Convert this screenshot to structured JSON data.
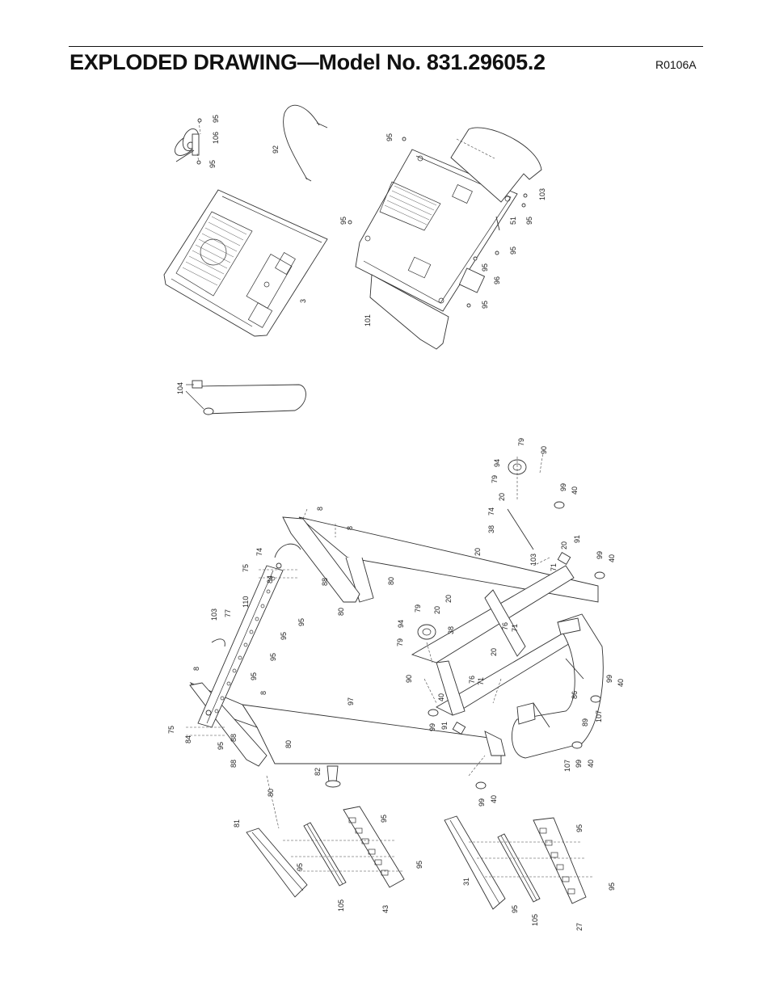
{
  "header": {
    "title": "EXPLODED DRAWING—Model No. 831.29605.2",
    "code": "R0106A"
  },
  "callouts": [
    {
      "id": "c1",
      "text": "95"
    },
    {
      "id": "c2",
      "text": "106"
    },
    {
      "id": "c3",
      "text": "95"
    },
    {
      "id": "c4",
      "text": "92"
    },
    {
      "id": "c5",
      "text": "95"
    },
    {
      "id": "c6",
      "text": "95"
    },
    {
      "id": "c7",
      "text": "103"
    },
    {
      "id": "c8",
      "text": "95"
    },
    {
      "id": "c9",
      "text": "51"
    },
    {
      "id": "c10",
      "text": "95"
    },
    {
      "id": "c11",
      "text": "95"
    },
    {
      "id": "c12",
      "text": "96"
    },
    {
      "id": "c13",
      "text": "95"
    },
    {
      "id": "c14",
      "text": "101"
    },
    {
      "id": "c15",
      "text": "3"
    },
    {
      "id": "c16",
      "text": "104"
    },
    {
      "id": "c17",
      "text": "79"
    },
    {
      "id": "c18",
      "text": "90"
    },
    {
      "id": "c19",
      "text": "94"
    },
    {
      "id": "c20",
      "text": "79"
    },
    {
      "id": "c21",
      "text": "99"
    },
    {
      "id": "c22",
      "text": "40"
    },
    {
      "id": "c23",
      "text": "20"
    },
    {
      "id": "c24",
      "text": "74"
    },
    {
      "id": "c25",
      "text": "38"
    },
    {
      "id": "c26",
      "text": "91"
    },
    {
      "id": "c27",
      "text": "20"
    },
    {
      "id": "c28",
      "text": "20"
    },
    {
      "id": "c29",
      "text": "103"
    },
    {
      "id": "c30",
      "text": "71"
    },
    {
      "id": "c31",
      "text": "99"
    },
    {
      "id": "c32",
      "text": "40"
    },
    {
      "id": "c33",
      "text": "8"
    },
    {
      "id": "c34",
      "text": "8"
    },
    {
      "id": "c35",
      "text": "74"
    },
    {
      "id": "c36",
      "text": "75"
    },
    {
      "id": "c37",
      "text": "84"
    },
    {
      "id": "c38",
      "text": "88"
    },
    {
      "id": "c39",
      "text": "80"
    },
    {
      "id": "c40",
      "text": "110"
    },
    {
      "id": "c41",
      "text": "95"
    },
    {
      "id": "c42",
      "text": "80"
    },
    {
      "id": "c43",
      "text": "103"
    },
    {
      "id": "c44",
      "text": "77"
    },
    {
      "id": "c45",
      "text": "95"
    },
    {
      "id": "c46",
      "text": "95"
    },
    {
      "id": "c47",
      "text": "8"
    },
    {
      "id": "c48",
      "text": "95"
    },
    {
      "id": "c49",
      "text": "8"
    },
    {
      "id": "c50",
      "text": "79"
    },
    {
      "id": "c51",
      "text": "20"
    },
    {
      "id": "c52",
      "text": "20"
    },
    {
      "id": "c53",
      "text": "94"
    },
    {
      "id": "c54",
      "text": "38"
    },
    {
      "id": "c55",
      "text": "79"
    },
    {
      "id": "c56",
      "text": "76"
    },
    {
      "id": "c57",
      "text": "71"
    },
    {
      "id": "c58",
      "text": "20"
    },
    {
      "id": "c59",
      "text": "90"
    },
    {
      "id": "c60",
      "text": "76"
    },
    {
      "id": "c61",
      "text": "71"
    },
    {
      "id": "c62",
      "text": "86"
    },
    {
      "id": "c63",
      "text": "99"
    },
    {
      "id": "c64",
      "text": "40"
    },
    {
      "id": "c65",
      "text": "40"
    },
    {
      "id": "c66",
      "text": "99"
    },
    {
      "id": "c67",
      "text": "91"
    },
    {
      "id": "c68",
      "text": "97"
    },
    {
      "id": "c69",
      "text": "89"
    },
    {
      "id": "c70",
      "text": "107"
    },
    {
      "id": "c71",
      "text": "75"
    },
    {
      "id": "c72",
      "text": "84"
    },
    {
      "id": "c73",
      "text": "95"
    },
    {
      "id": "c74",
      "text": "88"
    },
    {
      "id": "c75",
      "text": "80"
    },
    {
      "id": "c76",
      "text": "88"
    },
    {
      "id": "c77",
      "text": "82"
    },
    {
      "id": "c78",
      "text": "80"
    },
    {
      "id": "c79",
      "text": "107"
    },
    {
      "id": "c80",
      "text": "99"
    },
    {
      "id": "c81",
      "text": "40"
    },
    {
      "id": "c82",
      "text": "99"
    },
    {
      "id": "c83",
      "text": "40"
    },
    {
      "id": "c84",
      "text": "81"
    },
    {
      "id": "c85",
      "text": "95"
    },
    {
      "id": "c86",
      "text": "95"
    },
    {
      "id": "c87",
      "text": "95"
    },
    {
      "id": "c88",
      "text": "105"
    },
    {
      "id": "c89",
      "text": "43"
    },
    {
      "id": "c90",
      "text": "31"
    },
    {
      "id": "c91",
      "text": "95"
    },
    {
      "id": "c92",
      "text": "95"
    },
    {
      "id": "c93",
      "text": "95"
    },
    {
      "id": "c94",
      "text": "105"
    },
    {
      "id": "c95",
      "text": "27"
    }
  ]
}
